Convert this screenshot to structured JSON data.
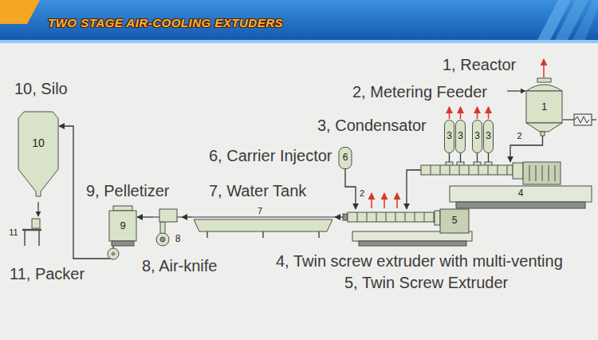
{
  "diagram": {
    "title": "TWO STAGE AIR-COOLING EXTUDERS",
    "nodes": [
      {
        "text": [
          "1"
        ]
      },
      {
        "text": [
          "3"
        ]
      },
      {
        "text": [
          "3"
        ]
      },
      {
        "text": [
          "3"
        ]
      },
      {
        "text": [
          "3"
        ]
      },
      {
        "text": [
          "4"
        ]
      },
      {
        "text": [
          "6"
        ]
      },
      {
        "text": [
          "5"
        ]
      },
      {
        "text": [
          "7"
        ]
      },
      {
        "text": [
          "8"
        ]
      },
      {
        "text": [
          "9"
        ]
      },
      {
        "text": [
          "10"
        ]
      },
      {
        "text": [
          "11"
        ]
      }
    ],
    "edges": [
      {
        "from": 0,
        "to": 5,
        "arrow": "to",
        "label": "2"
      },
      {
        "from": 1,
        "to": 5,
        "arrow": "none"
      },
      {
        "from": 2,
        "to": 5,
        "arrow": "none"
      },
      {
        "from": 3,
        "to": 5,
        "arrow": "none"
      },
      {
        "from": 4,
        "to": 5,
        "arrow": "none"
      },
      {
        "from": 5,
        "to": 7,
        "arrow": "to"
      },
      {
        "from": 6,
        "to": 7,
        "arrow": "to",
        "label": "2"
      },
      {
        "from": 7,
        "to": 8,
        "arrow": "to"
      },
      {
        "from": 8,
        "to": 9,
        "arrow": "to"
      },
      {
        "from": 9,
        "to": 10,
        "arrow": "to"
      },
      {
        "from": 10,
        "to": 11,
        "arrow": "to"
      }
    ],
    "labels": [
      "1, Reactor",
      "2, Metering Feeder",
      "3, Condensator",
      "6, Carrier Injector",
      "7, Water Tank",
      "9, Pelletizer",
      "10, Silo",
      "11, Packer",
      "8, Air-knife",
      "4, Twin screw extruder with multi-venting",
      "5, Twin Screw Extruder"
    ]
  }
}
